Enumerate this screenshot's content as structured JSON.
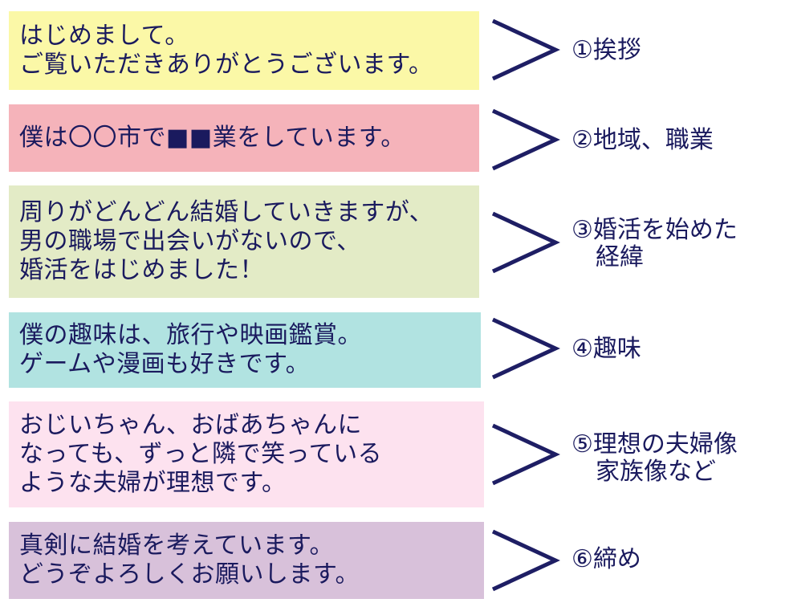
{
  "colors": {
    "text": "#1a1a5e",
    "arrow": "#1e1e64",
    "box_1": "#fbf8a7",
    "box_2": "#f5b3ba",
    "box_3": "#e3ebc6",
    "box_4": "#b1e3e1",
    "box_5": "#fde2ef",
    "box_6": "#d8c1da"
  },
  "rows": [
    {
      "text": "はじめまして。\nご覧いただきありがとうございます。",
      "label": "①挨拶",
      "arrow_icon": "chevron-right-icon"
    },
    {
      "text": "僕は〇〇市で■■業をしています。",
      "label": "②地域、職業",
      "arrow_icon": "chevron-right-icon"
    },
    {
      "text": "周りがどんどん結婚していきますが、\n男の職場で出会いがないので、\n婚活をはじめました！",
      "label": "③婚活を始めた\n　経緯",
      "arrow_icon": "chevron-right-icon"
    },
    {
      "text": "僕の趣味は、旅行や映画鑑賞。\nゲームや漫画も好きです。",
      "label": "④趣味",
      "arrow_icon": "chevron-right-icon"
    },
    {
      "text": "おじいちゃん、おばあちゃんに\nなっても、ずっと隣で笑っている\nような夫婦が理想です。",
      "label": "⑤理想の夫婦像\n　家族像など",
      "arrow_icon": "chevron-right-icon"
    },
    {
      "text": "真剣に結婚を考えています。\nどうぞよろしくお願いします。",
      "label": "⑥締め",
      "arrow_icon": "chevron-right-icon"
    }
  ]
}
